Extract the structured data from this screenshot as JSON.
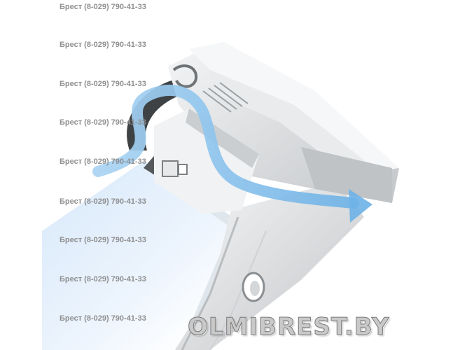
{
  "watermark": {
    "lines": [
      "Брест (8-029) 790-41-33",
      "Брест (8-029) 790-41-33",
      "Брест (8-029) 790-41-33",
      "Брест (8-029) 790-41-33",
      "Брест (8-029) 790-41-33",
      "Брест (8-029) 790-41-33",
      "Брест (8-029) 790-41-33",
      "Брест (8-029) 790-41-33",
      "Брест (8-029) 790-41-33"
    ]
  },
  "brand": {
    "text": "OLMIBREST.BY"
  },
  "colors": {
    "frame": "#e3e5e6",
    "frame_shade": "#a9adb0",
    "frame_dark": "#4a4d50",
    "glass": "#cfe3f7",
    "airflow": "#8ec5ee"
  }
}
